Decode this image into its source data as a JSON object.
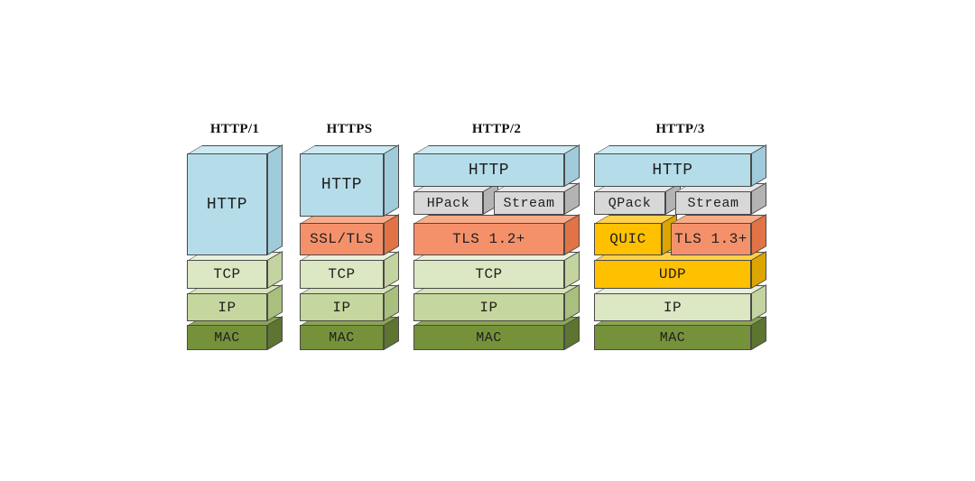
{
  "diagram": {
    "background": "#ffffff",
    "palette": {
      "blue": {
        "front": "#B5DDE9",
        "top": "#CDE9F2",
        "side": "#9FCBDB"
      },
      "gray": {
        "front": "#D8D8D8",
        "top": "#E7E7E7",
        "side": "#B3B3B3"
      },
      "orange": {
        "front": "#F5916A",
        "top": "#F8AB89",
        "side": "#E27346"
      },
      "gold": {
        "front": "#FFC000",
        "top": "#FFD24A",
        "side": "#DDA500"
      },
      "lightgreen": {
        "front": "#DCE7C3",
        "top": "#EAF1DB",
        "side": "#C3D4A0"
      },
      "green": {
        "front": "#C5D79E",
        "top": "#D7E3BA",
        "side": "#A9BF7E"
      },
      "darkgreen": {
        "front": "#75923A",
        "top": "#8AA550",
        "side": "#5D7530"
      }
    },
    "columns": [
      {
        "title": "HTTP/1",
        "boxes": [
          {
            "label": "HTTP"
          },
          {
            "label": "TCP"
          },
          {
            "label": "IP"
          },
          {
            "label": "MAC"
          }
        ]
      },
      {
        "title": "HTTPS",
        "boxes": [
          {
            "label": "HTTP"
          },
          {
            "label": "SSL/TLS"
          },
          {
            "label": "TCP"
          },
          {
            "label": "IP"
          },
          {
            "label": "MAC"
          }
        ]
      },
      {
        "title": "HTTP/2",
        "boxes": [
          {
            "label": "HTTP"
          },
          {
            "label": "HPack"
          },
          {
            "label": "Stream"
          },
          {
            "label": "TLS 1.2+"
          },
          {
            "label": "TCP"
          },
          {
            "label": "IP"
          },
          {
            "label": "MAC"
          }
        ]
      },
      {
        "title": "HTTP/3",
        "boxes": [
          {
            "label": "HTTP"
          },
          {
            "label": "QPack"
          },
          {
            "label": "Stream"
          },
          {
            "label": "QUIC"
          },
          {
            "label": "TLS 1.3+"
          },
          {
            "label": "UDP"
          },
          {
            "label": "IP"
          },
          {
            "label": "MAC"
          }
        ]
      }
    ]
  }
}
